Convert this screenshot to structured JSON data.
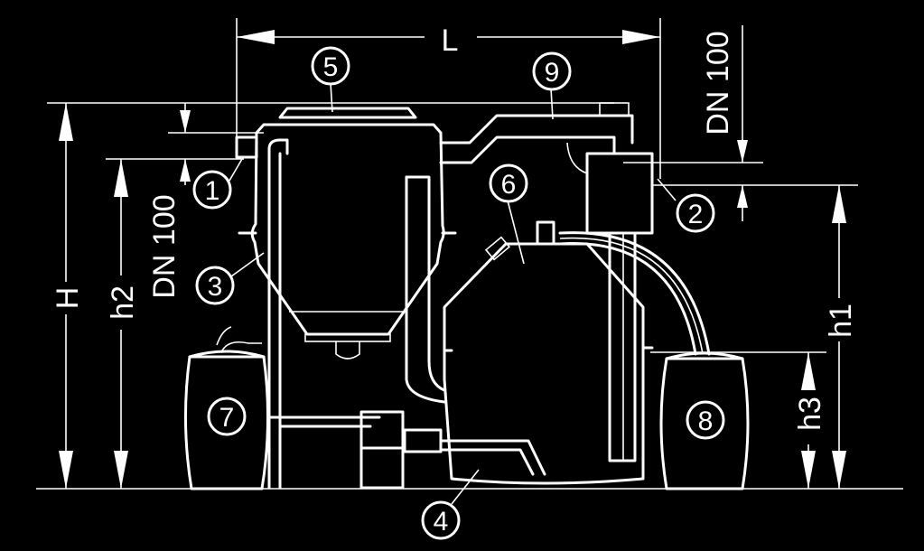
{
  "dimensions": {
    "length": "L",
    "height": "H",
    "h1": "h1",
    "h2": "h2",
    "h3": "h3",
    "inlet_left": "DN 100",
    "outlet_right": "DN 100"
  },
  "callouts": [
    "1",
    "2",
    "3",
    "4",
    "5",
    "6",
    "7",
    "8",
    "9"
  ],
  "colors": {
    "background": "#000000",
    "line": "#ffffff"
  }
}
